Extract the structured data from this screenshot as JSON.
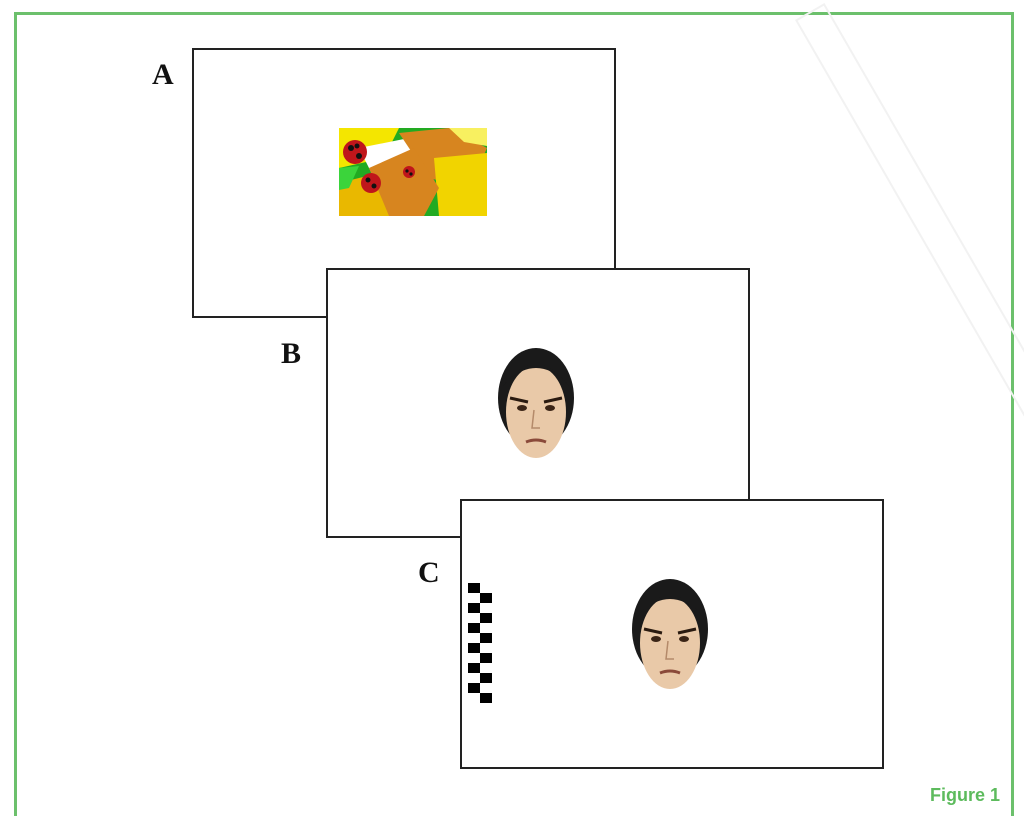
{
  "panels": [
    {
      "label": "A",
      "content": "ladybug-scene"
    },
    {
      "label": "B",
      "content": "angry-face"
    },
    {
      "label": "C",
      "content": "angry-face-with-checkerboard"
    }
  ],
  "caption": "Figure 1",
  "colors": {
    "frame": "#6cc06c",
    "caption": "#5dbb5d",
    "screen_border": "#222222"
  }
}
